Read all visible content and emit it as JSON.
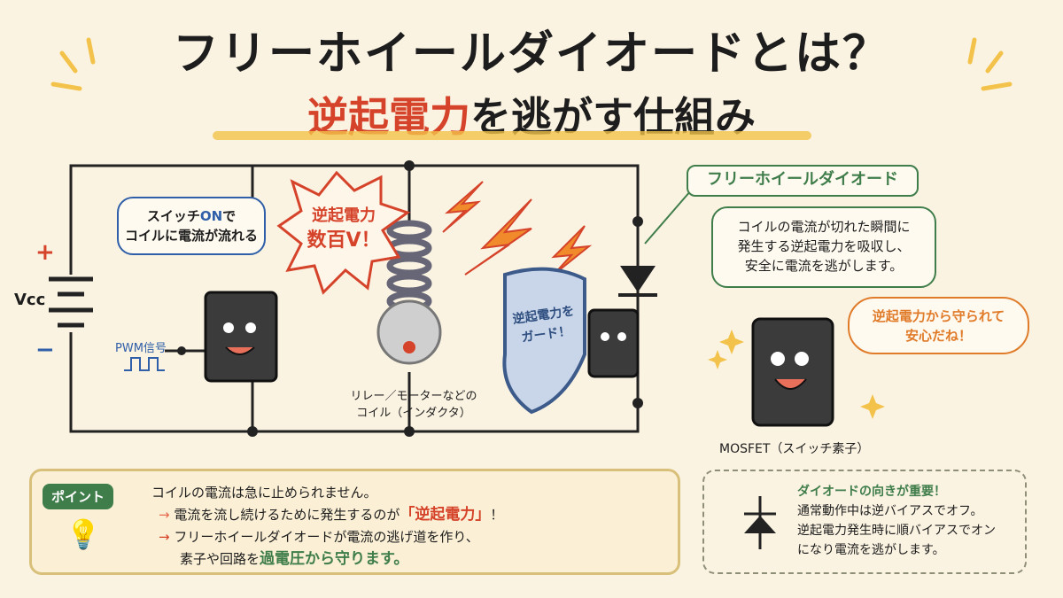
{
  "title": {
    "line1": "フリーホイールダイオードとは？",
    "line2_highlight": "逆起電力",
    "line2_rest": "を逃がす仕組み"
  },
  "circuit": {
    "plus": "+",
    "minus": "−",
    "vcc": "Vcc",
    "pwm": "PWM信号",
    "switch_bubble": [
      "スイッチ",
      "ON",
      "で",
      "コイルに電流が流れる"
    ],
    "burst": [
      "逆起電力",
      "数百V！"
    ],
    "coil_label": [
      "リレー／モーターなどの",
      "コイル（インダクタ）"
    ],
    "shield": [
      "逆起電力を",
      "ガード！"
    ]
  },
  "diode_section": {
    "label": "フリーホイールダイオード",
    "bubble": [
      "コイルの電流が切れた瞬間に",
      "発生する逆起電力を吸収し、",
      "安全に電流を逃がします。"
    ],
    "mosfet_bubble": [
      "逆起電力から守られて",
      "安心だね！"
    ],
    "mosfet_label": "MOSFET（スイッチ素子）"
  },
  "point": {
    "badge": "ポイント",
    "line1": "コイルの電流は急に止められません。",
    "line2": "電流を流し続けるために発生するのが",
    "line2_hl": "「逆起電力」",
    "line2_end": "！",
    "line3": "フリーホイールダイオードが電流の逃げ道を作り、",
    "line4": "素子や回路を",
    "line4_hl": "過電圧から守ります。"
  },
  "note": {
    "title": "ダイオードの向きが重要！",
    "lines": [
      "通常動作中は逆バイアスでオフ。",
      "逆起電力発生時に順バイアスでオン",
      "になり電流を逃がします。"
    ]
  },
  "colors": {
    "red": "#d5432a",
    "green": "#3f7d4a",
    "orange": "#e07b2a",
    "blue": "#2f5fa8",
    "yellow": "#f3c24a"
  }
}
